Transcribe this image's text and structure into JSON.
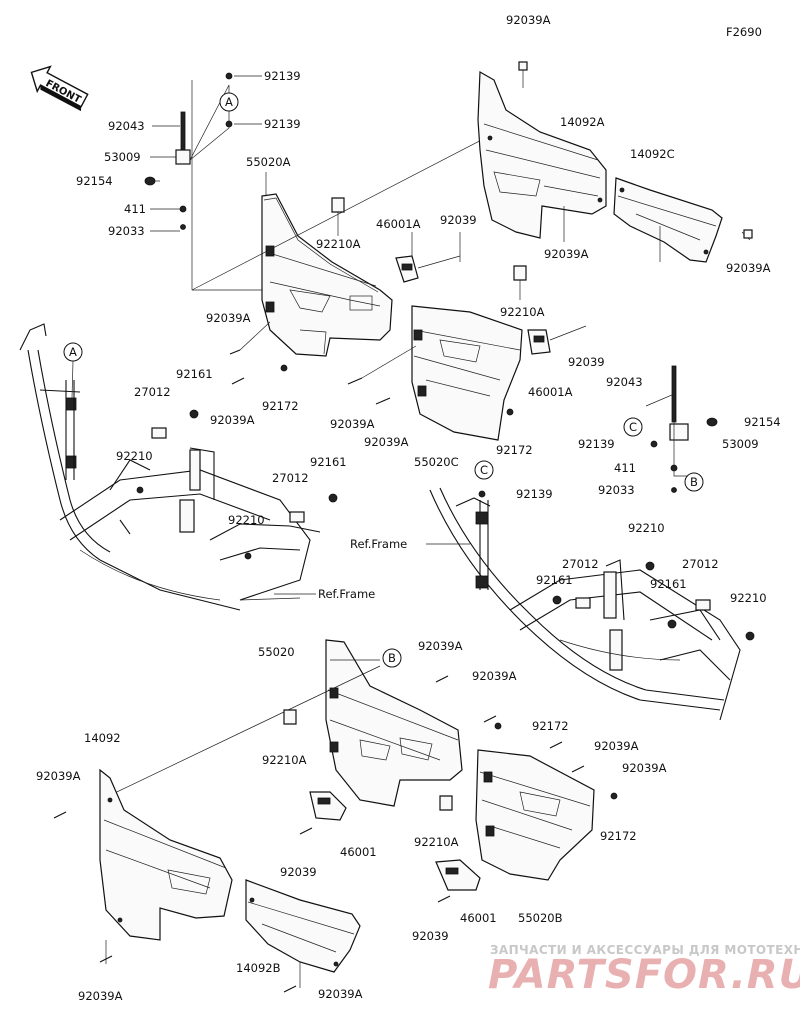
{
  "diagram": {
    "figure_id": "F2690",
    "front_label": "FRONT",
    "callouts": [
      "A",
      "B",
      "C"
    ],
    "ref_frame": "Ref.Frame"
  },
  "labels": {
    "l92039A_top": "92039A",
    "l92139_1": "92139",
    "l92043_l": "92043",
    "l92139_2": "92139",
    "l53009_l": "53009",
    "l92154_l": "92154",
    "l411_l": "411",
    "l92033_l": "92033",
    "l55020A": "55020A",
    "l14092A": "14092A",
    "l14092C": "14092C",
    "l46001A_1": "46001A",
    "l92039_1": "92039",
    "l92210A_1": "92210A",
    "l92039A_r1": "92039A",
    "l92039A_r2": "92039A",
    "l92210A_2": "92210A",
    "l92039A_l1": "92039A",
    "l92161_1": "92161",
    "l27012_1": "27012",
    "l92039A_l2": "92039A",
    "l92172_1": "92172",
    "l92039A_m1": "92039A",
    "l92039_2": "92039",
    "l46001A_2": "46001A",
    "l92039A_m2": "92039A",
    "l55020C": "55020C",
    "l92172_2": "92172",
    "l92043_r": "92043",
    "l92154_r": "92154",
    "l92139_r": "92139",
    "l53009_r": "53009",
    "l411_r": "411",
    "l92033_r": "92033",
    "l92210_1": "92210",
    "l92161_2": "92161",
    "l27012_2": "27012",
    "l92210_2": "92210",
    "l92139_c": "92139",
    "l92210_3": "92210",
    "l27012_3": "27012",
    "l27012_4": "27012",
    "l92161_3": "92161",
    "l92161_4": "92161",
    "l92210_4": "92210",
    "l55020": "55020",
    "l92039A_b1": "92039A",
    "l92039A_b2": "92039A",
    "l92172_3": "92172",
    "l92039A_b3": "92039A",
    "l92039A_b4": "92039A",
    "l14092": "14092",
    "l92039A_b5": "92039A",
    "l92210A_3": "92210A",
    "l92210A_4": "92210A",
    "l92172_4": "92172",
    "l92039_3": "92039",
    "l46001_1": "46001",
    "l46001_2": "46001",
    "l55020B": "55020B",
    "l92039_4": "92039",
    "l14092B": "14092B",
    "l92039A_b6": "92039A",
    "l92039A_b7": "92039A"
  },
  "watermark": {
    "tagline": "ЗАПЧАСТИ И АКСЕССУАРЫ ДЛЯ МОТОТЕХНИКИ",
    "brand": "PARTSFOR.RU"
  },
  "colors": {
    "ink": "#111111",
    "background": "#ffffff",
    "watermark": "#e8b0b0"
  }
}
